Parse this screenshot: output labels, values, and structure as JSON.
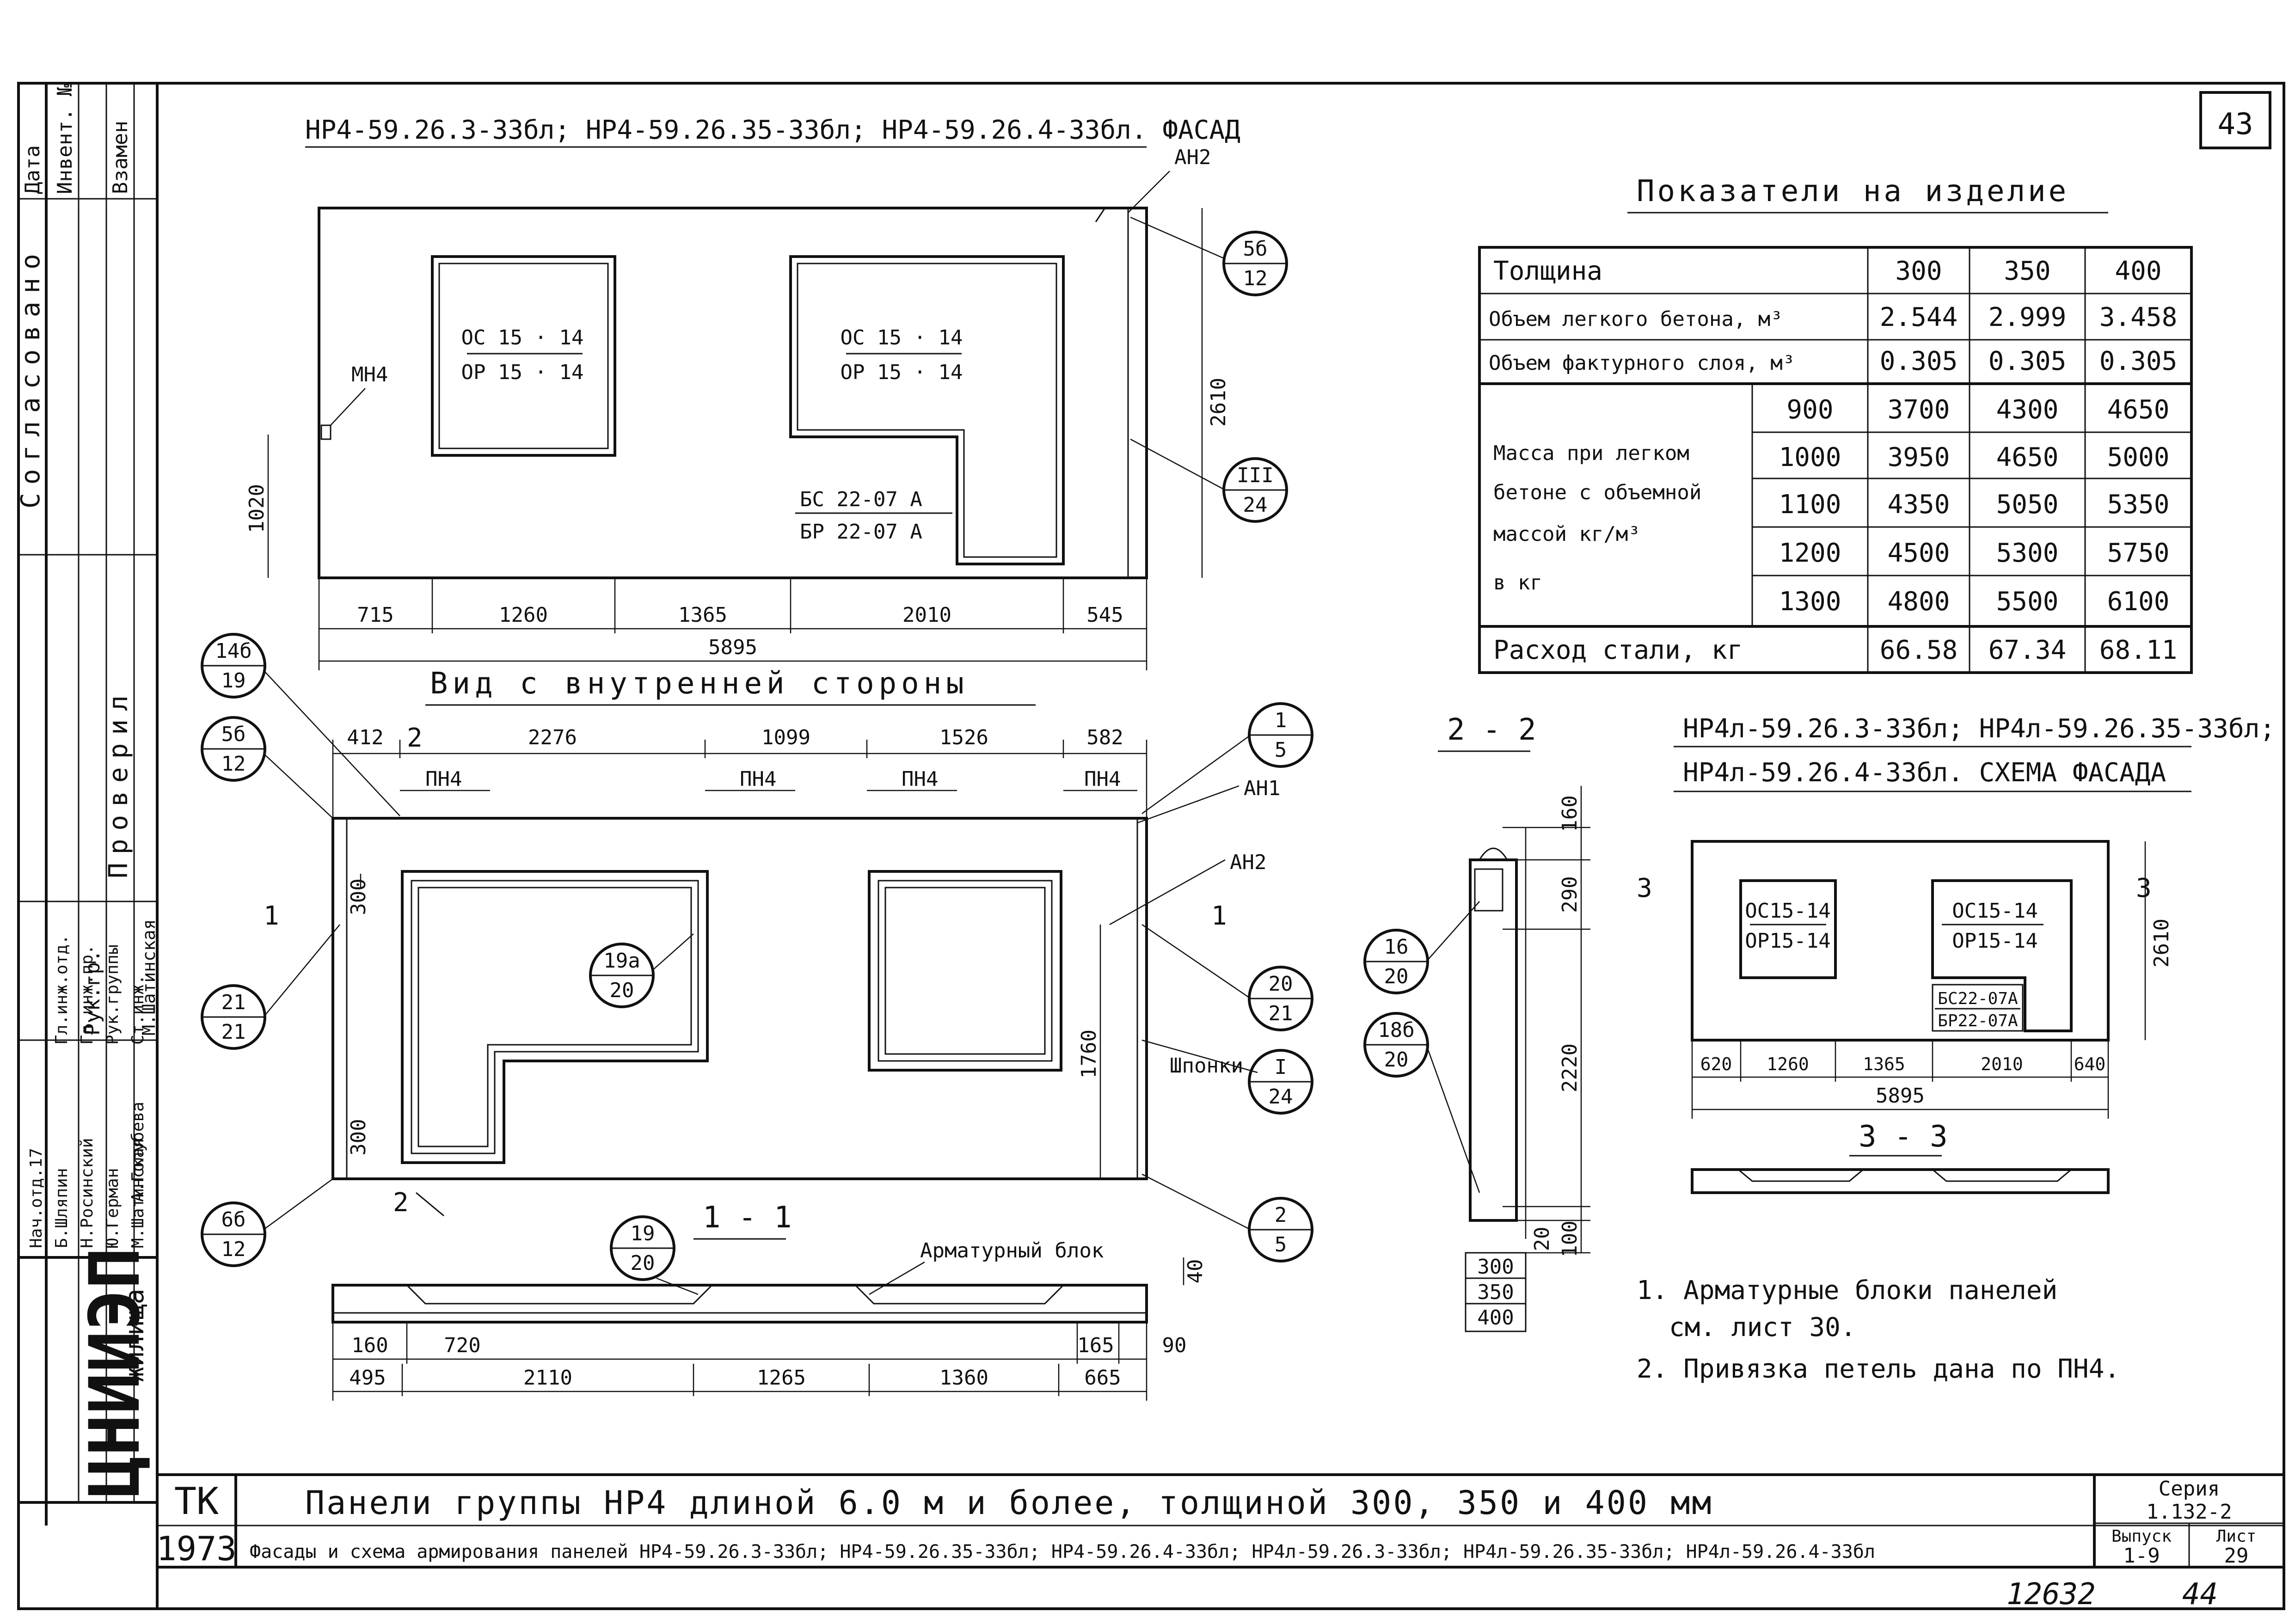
{
  "sheet_number": "43",
  "bottom_handwritten": "12632",
  "bottom_page": "44",
  "facade": {
    "title": "НР4-59.26.3-33бл; НР4-59.26.35-33бл; НР4-59.26.4-33бл. ФАСАД",
    "tag_ah2": "АН2",
    "tag_mh4": "МН4",
    "window1_top": "ОС 15 · 14",
    "window1_bottom": "ОР 15 · 14",
    "window2_top": "ОС 15 · 14",
    "window2_bottom": "ОР 15 · 14",
    "door_top": "БС 22-07 А",
    "door_bottom": "БР 22-07 А",
    "dim_height": "2610",
    "dim_1020": "1020",
    "dims": [
      "715",
      "1260",
      "1365",
      "2010",
      "545"
    ],
    "dim_total": "5895",
    "callout_5b_top": "5б",
    "callout_5b_bottom": "12",
    "callout_iii_top": "III",
    "callout_iii_bottom": "24"
  },
  "inner": {
    "title": "Вид с внутренней стороны",
    "dims": [
      "412",
      "2276",
      "1099",
      "1526",
      "582"
    ],
    "pnch": [
      "ПН4",
      "ПН4",
      "ПН4",
      "ПН4"
    ],
    "sec2": "2",
    "tag_ah1": "АН1",
    "tag_ah2": "АН2",
    "dim_300a": "300",
    "dim_300b": "300",
    "dim_1760": "1760",
    "shponki": "Шпонки",
    "c14b": [
      "14б",
      "19"
    ],
    "c5b": [
      "5б",
      "12"
    ],
    "c21": [
      "21",
      "21"
    ],
    "c6b": [
      "6б",
      "12"
    ],
    "c19a": [
      "19а",
      "20"
    ],
    "c1": [
      "1",
      "5"
    ],
    "c2021": [
      "20",
      "21"
    ],
    "cI": [
      "I",
      "24"
    ],
    "c25": [
      "2",
      "5"
    ],
    "sec1": "1"
  },
  "section11": {
    "title": "1 - 1",
    "callout": [
      "19",
      "20"
    ],
    "label": "Арматурный блок",
    "dim_40": "40",
    "dims_top": [
      "160",
      "720",
      "165",
      "90"
    ],
    "dims_bottom": [
      "495",
      "2110",
      "1265",
      "1360",
      "665"
    ]
  },
  "section22": {
    "title": "2 - 2",
    "dims": [
      "160",
      "290",
      "2220",
      "20",
      "100"
    ],
    "thick": [
      "300",
      "350",
      "400"
    ],
    "c16": [
      "16",
      "20"
    ],
    "c18b": [
      "18б",
      "20"
    ]
  },
  "table": {
    "title": "Показатели на изделие",
    "thickness_label": "Толщина",
    "thickness": [
      "300",
      "350",
      "400"
    ],
    "light_concrete_label": "Объем легкого бетона, м³",
    "light_concrete": [
      "2.544",
      "2.999",
      "3.458"
    ],
    "facing_label": "Объем фактурного слоя, м³",
    "facing": [
      "0.305",
      "0.305",
      "0.305"
    ],
    "mass_label_1": "Масса при легком",
    "mass_label_2": "бетоне с объемной",
    "mass_label_3": "массой  кг/м³",
    "mass_label_4": "в кг",
    "mass_rows": [
      {
        "density": "900",
        "v": [
          "3700",
          "4300",
          "4650"
        ]
      },
      {
        "density": "1000",
        "v": [
          "3950",
          "4650",
          "5000"
        ]
      },
      {
        "density": "1100",
        "v": [
          "4350",
          "5050",
          "5350"
        ]
      },
      {
        "density": "1200",
        "v": [
          "4500",
          "5300",
          "5750"
        ]
      },
      {
        "density": "1300",
        "v": [
          "4800",
          "5500",
          "6100"
        ]
      }
    ],
    "steel_label": "Расход  стали,  кг",
    "steel": [
      "66.58",
      "67.34",
      "68.11"
    ]
  },
  "scheme": {
    "title1": "НР4л-59.26.3-33бл; НР4л-59.26.35-33бл;",
    "title2": "НР4л-59.26.4-33бл. СХЕМА ФАСАДА",
    "sec3": "3",
    "w1_top": "ОС15-14",
    "w1_bottom": "ОР15-14",
    "w2_top": "ОС15-14",
    "w2_bottom": "ОР15-14",
    "door_top": "БС22-07А",
    "door_bottom": "БР22-07А",
    "dim_height": "2610",
    "dims": [
      "620",
      "1260",
      "1365",
      "2010",
      "640"
    ],
    "dim_total": "5895",
    "section_title": "3 - 3"
  },
  "notes": [
    "1. Арматурные блоки панелей",
    "см. лист 30.",
    "2. Привязка петель дана по ПН4."
  ],
  "sidebar": {
    "col_date": "Дата",
    "col_inv": "Инвент. №",
    "col_vzamen": "Взамен",
    "soglasovano": "Согласовано",
    "provereno": "Проверил",
    "roles": [
      "Нач.отд.17",
      "Гл.инж.отд.",
      "Гл.инж.пр.",
      "Рук.группы",
      "Ст.инж."
    ],
    "names": [
      "Б.Шляпин",
      "Н.Росинский",
      "Ю.Герман",
      "М.Шатинская",
      "А.Голубева"
    ],
    "check_role": "Рук.гр.",
    "check_name": "М.Шатинская",
    "org": "ЦНИИЭП",
    "org_sub": "жилища"
  },
  "stamp": {
    "tk": "ТК",
    "year": "1973",
    "title": "Панели группы НР4 длиной 6.0 м и более, толщиной  300, 350 и 400 мм",
    "subtitle": "Фасады и схема армирования панелей НР4-59.26.3-33бл; НР4-59.26.35-33бл; НР4-59.26.4-33бл; НР4л-59.26.3-33бл; НР4л-59.26.35-33бл; НР4л-59.26.4-33бл",
    "series_label": "Серия",
    "series": "1.132-2",
    "issue_label": "Выпуск",
    "issue": "1-9",
    "sheet_label": "Лист",
    "sheet": "29"
  }
}
